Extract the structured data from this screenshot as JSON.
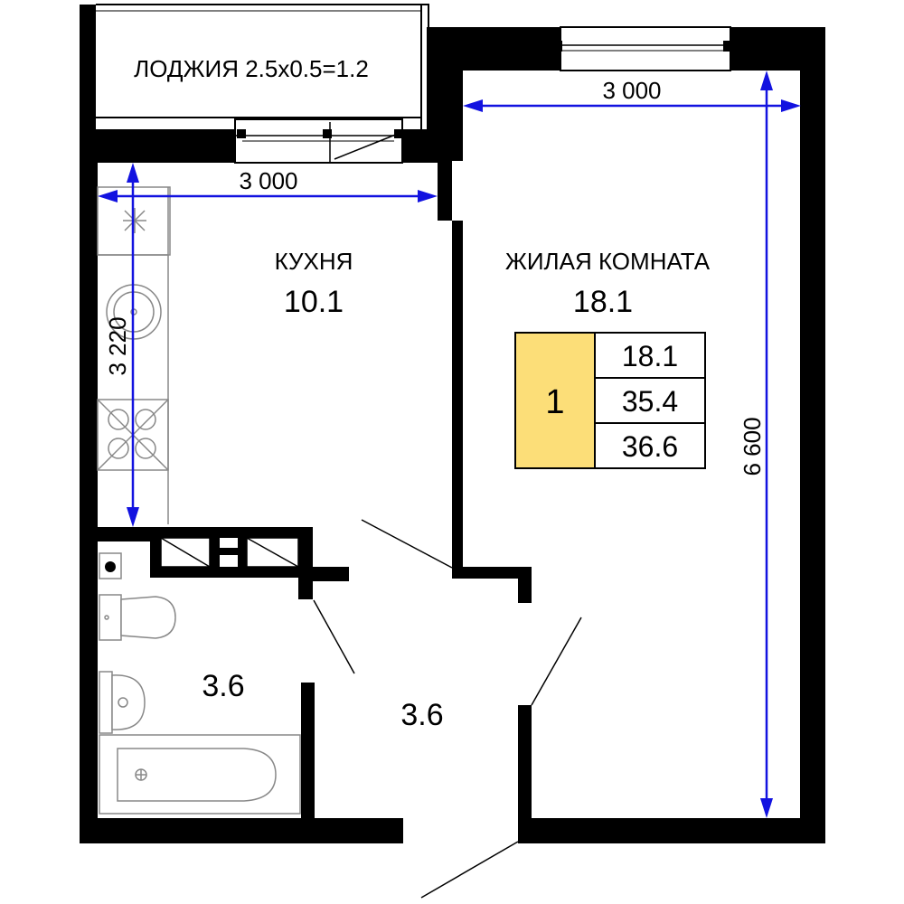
{
  "rooms": {
    "loggia": {
      "label": "ЛОДЖИЯ 2.5х0.5=1.2"
    },
    "kitchen": {
      "name": "КУХНЯ",
      "area": "10.1"
    },
    "living": {
      "name": "ЖИЛАЯ КОМНАТА",
      "area": "18.1"
    },
    "bathroom": {
      "area": "3.6"
    },
    "hallway": {
      "area": "3.6"
    }
  },
  "dimensions": {
    "kitchen_width": "3 000",
    "kitchen_depth": "3 220",
    "living_width": "3 000",
    "living_depth": "6 600"
  },
  "info_table": {
    "rooms_count": "1",
    "living_area": "18.1",
    "total_area": "35.4",
    "total_with_loggia": "36.6"
  },
  "colors": {
    "wall": "#000000",
    "dimension_arrow": "#1212e0",
    "badge_fill": "#fcde78"
  }
}
